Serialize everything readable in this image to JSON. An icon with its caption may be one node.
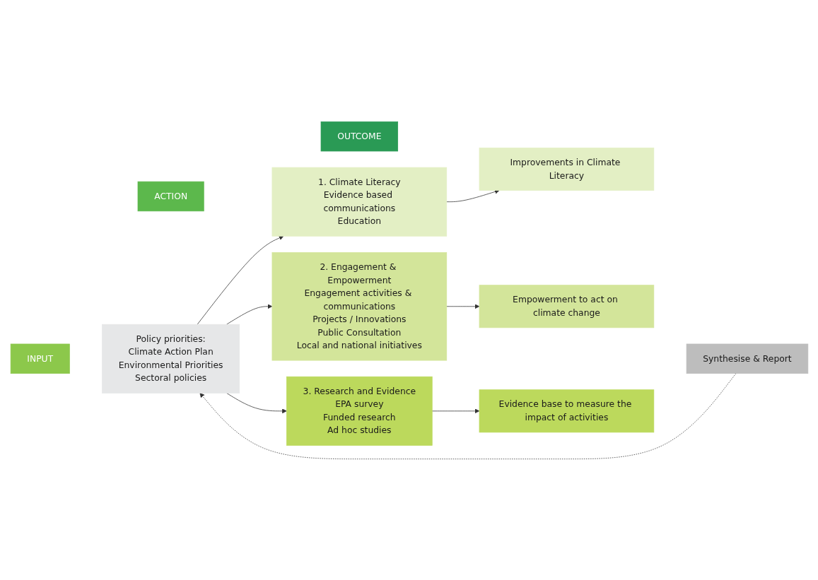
{
  "diagram": {
    "nodes": [
      {
        "text": [
          "INPUT"
        ]
      },
      {
        "text": [
          "ACTION"
        ]
      },
      {
        "text": [
          "OUTCOME"
        ]
      },
      {
        "text": [
          "Policy priorities:",
          "Climate Action Plan",
          "Environmental Priorities",
          "Sectoral policies"
        ]
      },
      {
        "text": [
          "1. Climate Literacy",
          "Evidence based communications",
          "Education"
        ]
      },
      {
        "text": [
          "2. Engagement & Empowerment",
          "Engagement activities & communications",
          "Projects / Innovations",
          "Public Consultation",
          "Local and national initiatives"
        ]
      },
      {
        "text": [
          "3. Research and Evidence",
          "EPA survey",
          "Funded research",
          "Ad hoc studies"
        ]
      },
      {
        "text": [
          "Improvements in Climate Literacy"
        ]
      },
      {
        "text": [
          "Empowerment to act on climate change"
        ]
      },
      {
        "text": [
          "Evidence base to measure the impact of activities"
        ]
      },
      {
        "text": [
          "Synthesise & Report"
        ]
      }
    ],
    "edges": [
      {
        "from": 3,
        "to": 4,
        "arrow": "to"
      },
      {
        "from": 3,
        "to": 5,
        "arrow": "to"
      },
      {
        "from": 3,
        "to": 6,
        "arrow": "to"
      },
      {
        "from": 4,
        "to": 7,
        "arrow": "to"
      },
      {
        "from": 5,
        "to": 8,
        "arrow": "to"
      },
      {
        "from": 6,
        "to": 9,
        "arrow": "to"
      },
      {
        "from": 10,
        "to": 3,
        "arrow": "to",
        "style": "dashed"
      }
    ]
  }
}
